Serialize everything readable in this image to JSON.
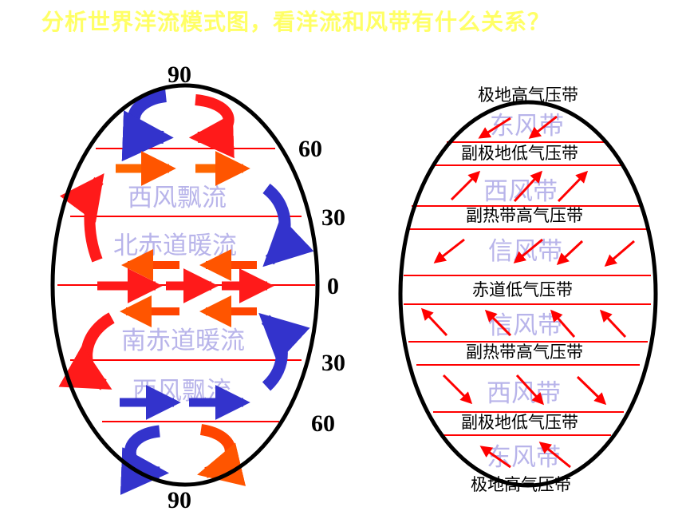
{
  "title": "分析世界洋流模式图，看洋流和风带有什么关系？",
  "colors": {
    "title": "#ffff66",
    "lat_line": "#ff0000",
    "warm": "#ff1a1a",
    "cold": "#3333cc",
    "orange": "#ff6600",
    "watermark": "#b8b4ea"
  },
  "latitude_labels": {
    "north_pole": "90",
    "n60": "60",
    "n30": "30",
    "equator": "0",
    "s30": "30",
    "s60": "60",
    "south_pole": "90"
  },
  "current_labels": {
    "north_westerly_drift": "西风飘流",
    "north_equatorial": "北赤道暖流",
    "south_equatorial": "南赤道暖流",
    "south_westerly_drift": "西风飘流"
  },
  "pressure_belts": {
    "north_polar_high": "极地高气压带",
    "north_subpolar_low": "副极地低气压带",
    "north_subtropical_high": "副热带高气压带",
    "equatorial_low": "赤道低气压带",
    "south_subtropical_high": "副热带高气压带",
    "south_subpolar_low": "副极地低气压带",
    "south_polar_high": "极地高气压带"
  },
  "wind_belts": {
    "north_easterlies": "东风带",
    "north_westerlies": "西风带",
    "north_trades": "信风带",
    "south_trades": "信风带",
    "south_westerlies": "西风带",
    "south_easterlies": "东风带"
  }
}
